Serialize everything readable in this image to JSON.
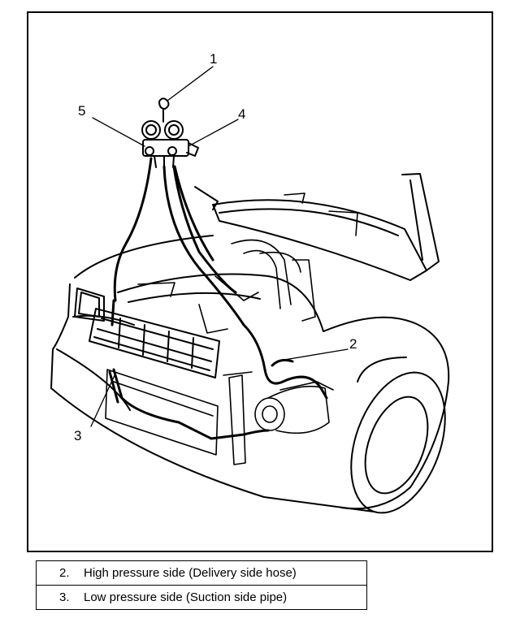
{
  "callouts": {
    "c1": "1",
    "c2": "2",
    "c3": "3",
    "c4": "4",
    "c5": "5"
  },
  "legend": [
    {
      "number": "2.",
      "text": "High pressure side (Delivery side hose)"
    },
    {
      "number": "3.",
      "text": "Low pressure side (Suction side pipe)"
    }
  ],
  "colors": {
    "ink": "#000000",
    "paper": "#ffffff"
  }
}
